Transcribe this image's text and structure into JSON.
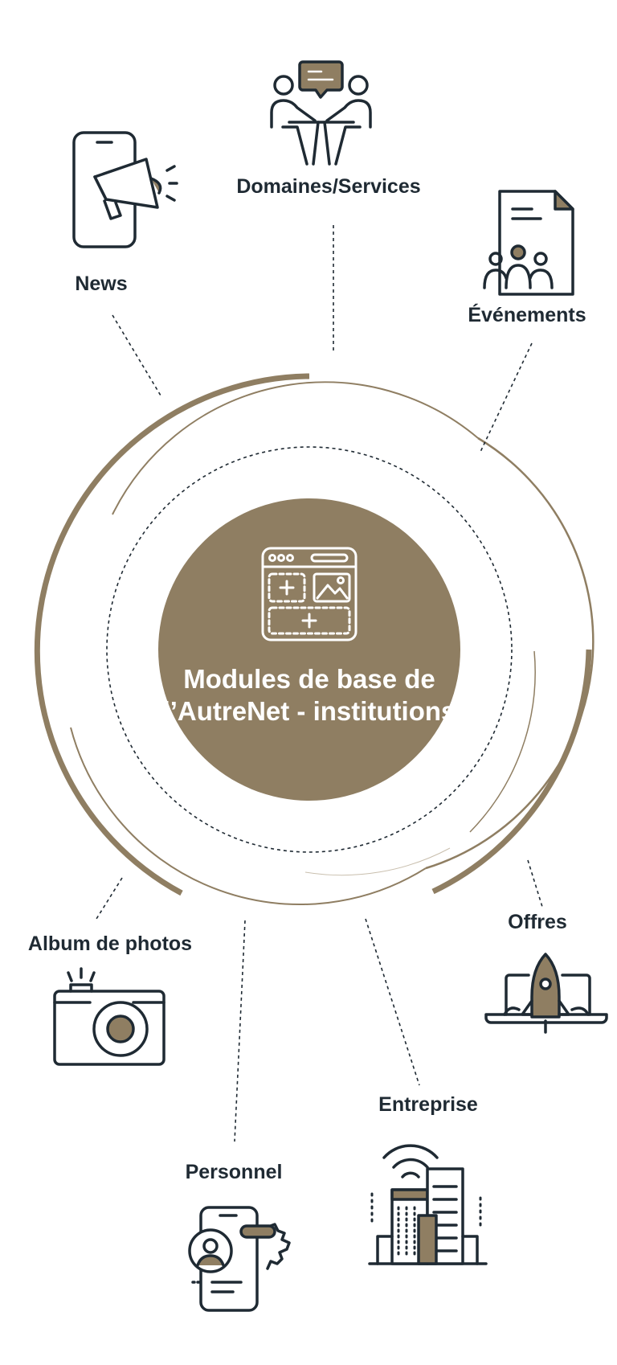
{
  "center": {
    "title": "Modules de base de l’AutreNet - institutions",
    "icon": "web-modules-icon"
  },
  "modules": [
    {
      "key": "news",
      "label": "News",
      "icon": "megaphone-phone-icon"
    },
    {
      "key": "domaines",
      "label": "Domaines/Services",
      "icon": "meeting-chat-icon"
    },
    {
      "key": "evenements",
      "label": "Événements",
      "icon": "document-people-icon"
    },
    {
      "key": "offres",
      "label": "Offres",
      "icon": "rocket-laptop-icon"
    },
    {
      "key": "entreprise",
      "label": "Entreprise",
      "icon": "buildings-wifi-icon"
    },
    {
      "key": "personnel",
      "label": "Personnel",
      "icon": "phone-profile-gear-icon"
    },
    {
      "key": "album",
      "label": "Album de photos",
      "icon": "camera-icon"
    }
  ],
  "colors": {
    "accent": "#8f7e62",
    "ink": "#1f2a33",
    "background": "#ffffff"
  }
}
